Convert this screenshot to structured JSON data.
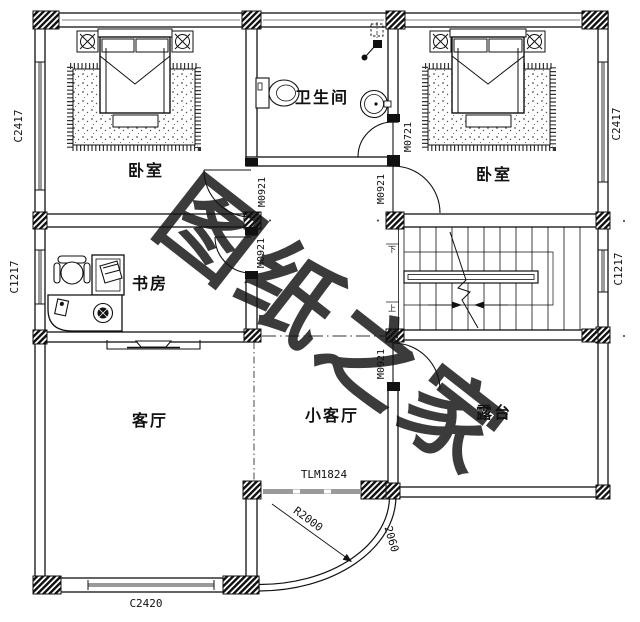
{
  "watermark": {
    "text": "图纸之家",
    "color": "#cb5a52"
  },
  "rooms": {
    "bedroom_left": "卧室",
    "bedroom_right": "卧室",
    "bathroom": "卫生间",
    "study": "书房",
    "living_room": "客厅",
    "small_living_room": "小客厅",
    "terrace": "露台"
  },
  "openings": {
    "window_c2417_left": "C2417",
    "window_c1217_left": "C1217",
    "window_c2417_right": "C2417",
    "window_c1217_right": "C1217",
    "window_c2420_bottom": "C2420",
    "sliding_door_tlm1824": "TLM1824",
    "door_bedroom_left": "M0921",
    "door_study": "M0921",
    "door_bedroom_right": "M0921",
    "door_terrace": "M0921",
    "door_bathroom": "M0721"
  },
  "dimensions": {
    "balcony_radius": "R2000",
    "balcony_arc": "2060"
  },
  "stairs": {
    "down_label": "下",
    "up_label": "上"
  },
  "colors": {
    "line": "#111111",
    "window_fill": "#9a9a9a"
  }
}
